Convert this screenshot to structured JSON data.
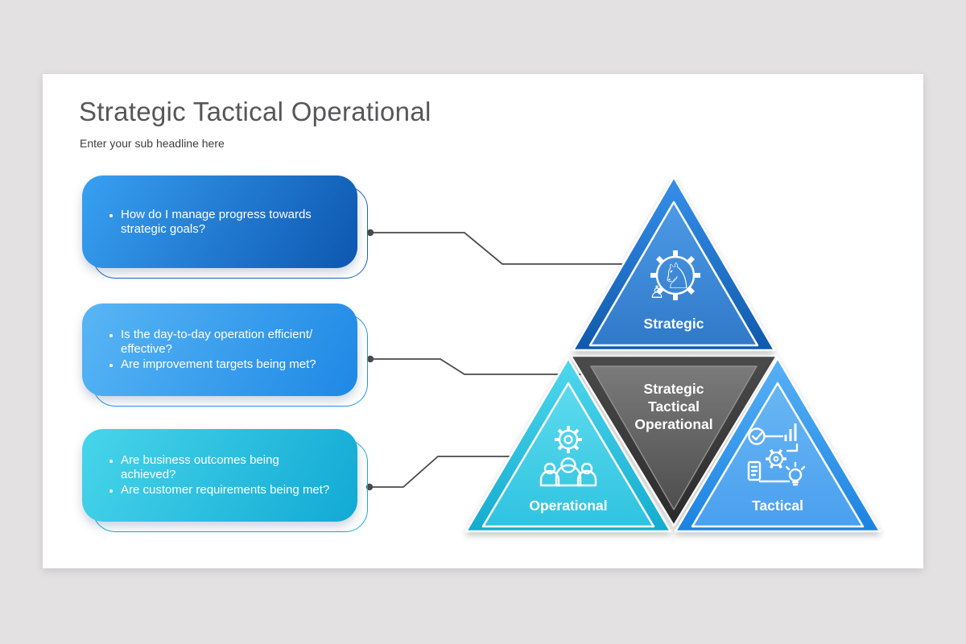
{
  "page_background": "#e3e1e2",
  "slide": {
    "title": "Strategic Tactical Operational",
    "subtitle": "Enter your sub headline here"
  },
  "callouts": [
    {
      "name": "strategic-questions",
      "bullets": [
        "How do I manage progress towards strategic goals?"
      ],
      "gradient": [
        "#38a0f2",
        "#0d57b0"
      ],
      "outline_color": "#1565c0"
    },
    {
      "name": "operational-questions",
      "bullets": [
        "Is the day-to-day operation efficient/ effective?",
        "Are improvement targets being met?"
      ],
      "gradient": [
        "#59b6f5",
        "#1e88e5"
      ],
      "outline_color": "#2196f3"
    },
    {
      "name": "tactical-questions",
      "bullets": [
        "Are business outcomes being achieved?",
        "Are customer requirements being met?"
      ],
      "gradient": [
        "#47d5ea",
        "#12a9d4"
      ],
      "outline_color": "#17b0d4"
    }
  ],
  "pyramid": {
    "levels": [
      {
        "label": "Strategic",
        "icon": "chess-strategy-icon",
        "colors": [
          "#3590ea",
          "#1059ab"
        ]
      },
      {
        "label": "Operational",
        "icon": "team-gear-icon",
        "colors": [
          "#4fd8ee",
          "#14accf"
        ]
      },
      {
        "label": "Tactical",
        "icon": "process-flow-icon",
        "colors": [
          "#58b1f6",
          "#1b83e0"
        ]
      }
    ],
    "center": {
      "lines": [
        "Strategic",
        "Tactical",
        "Operational"
      ],
      "colors": [
        "#4b4b4b",
        "#2a2a2a"
      ]
    }
  },
  "icons": {
    "knight": "♘",
    "pawn": "♙"
  },
  "connector_color": "#4a4a4a"
}
